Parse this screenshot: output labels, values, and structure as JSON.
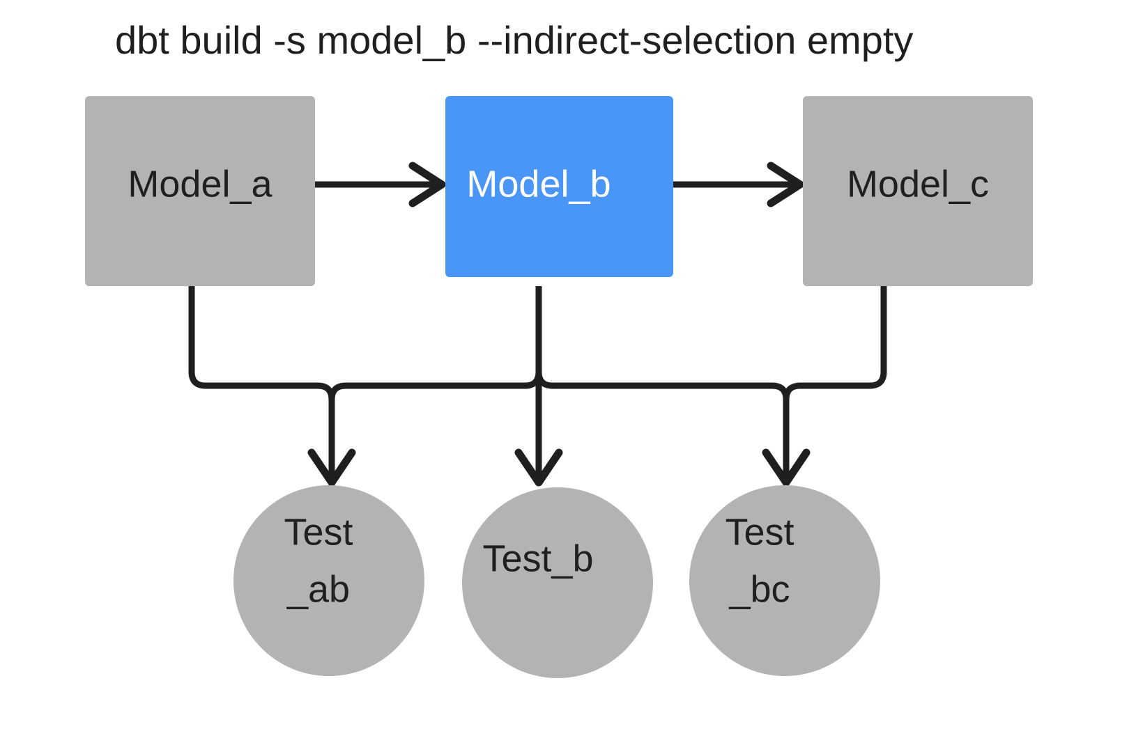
{
  "diagram": {
    "title": "dbt build -s model_b --indirect-selection empty",
    "colors": {
      "background": "#ffffff",
      "node_default": "#b3b3b3",
      "node_selected": "#4a96f7",
      "edge": "#1f1f1f",
      "label_default": "#1f1f1f",
      "label_selected": "#ffffff"
    },
    "models": [
      {
        "id": "model_a",
        "label": "Model_a",
        "state": "default"
      },
      {
        "id": "model_b",
        "label": "Model_b",
        "state": "selected"
      },
      {
        "id": "model_c",
        "label": "Model_c",
        "state": "default"
      }
    ],
    "tests": [
      {
        "id": "test_ab",
        "label_line1": "Test",
        "label_line2": "_ab",
        "state": "default"
      },
      {
        "id": "test_b",
        "label_line1": "Test_b",
        "label_line2": "",
        "state": "default"
      },
      {
        "id": "test_bc",
        "label_line1": "Test",
        "label_line2": "_bc",
        "state": "default"
      }
    ],
    "edges": [
      {
        "from": "model_a",
        "to": "model_b",
        "kind": "horizontal-arrow"
      },
      {
        "from": "model_b",
        "to": "model_c",
        "kind": "horizontal-arrow"
      },
      {
        "from": "model_a",
        "to": "test_ab",
        "kind": "elbow-arrow"
      },
      {
        "from": "model_b",
        "to": "test_ab",
        "kind": "elbow-arrow"
      },
      {
        "from": "model_b",
        "to": "test_b",
        "kind": "straight-arrow"
      },
      {
        "from": "model_b",
        "to": "test_bc",
        "kind": "elbow-arrow"
      },
      {
        "from": "model_c",
        "to": "test_bc",
        "kind": "elbow-arrow"
      }
    ]
  }
}
